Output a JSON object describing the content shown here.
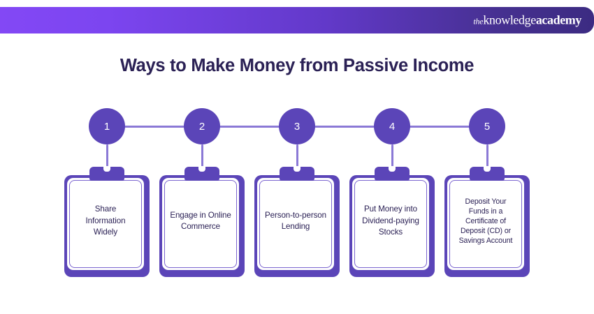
{
  "header": {
    "brand": {
      "the": "the",
      "knowledge": "knowledge",
      "academy": "academy"
    },
    "gradient_from": "#8348f5",
    "gradient_to": "#3c2b82"
  },
  "title": "Ways to Make Money from Passive Income",
  "theme": {
    "title_color": "#2b2155",
    "circle_fill": "#5b45b8",
    "circle_text": "#ffffff",
    "connector_line": "#8b79d6",
    "board_fill": "#5b45b8",
    "paper_border": "#7a63cf",
    "paper_fill": "#ffffff",
    "card_text_color": "#2b2155",
    "background": "#ffffff"
  },
  "steps": [
    {
      "number": "1",
      "label": "Share Information Widely"
    },
    {
      "number": "2",
      "label": "Engage in Online Commerce"
    },
    {
      "number": "3",
      "label": "Person-to-person Lending"
    },
    {
      "number": "4",
      "label": "Put Money into Dividend-paying Stocks"
    },
    {
      "number": "5",
      "label": "Deposit Your Funds in a Certificate of Deposit (CD) or Savings Account"
    }
  ]
}
